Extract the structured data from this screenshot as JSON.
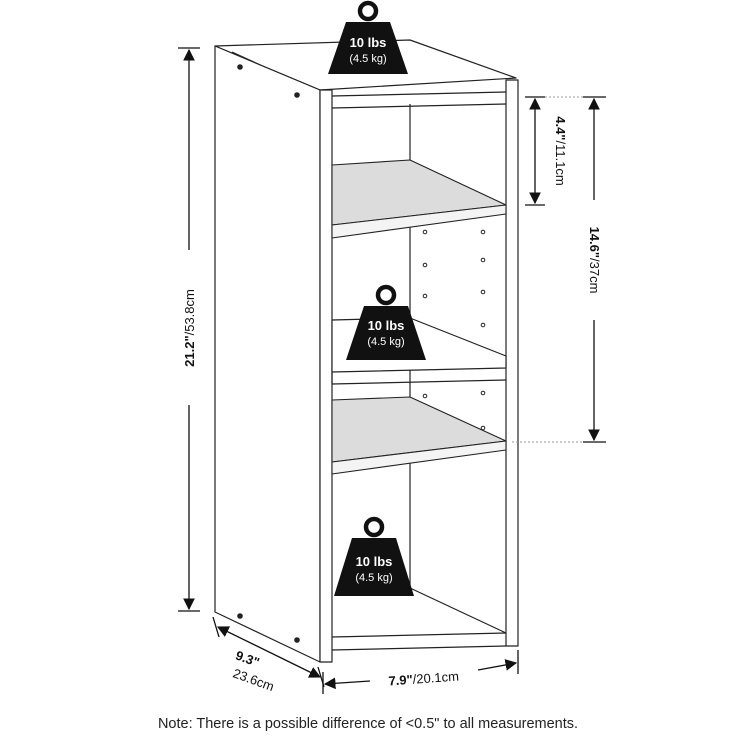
{
  "diagram": {
    "dimensions": {
      "height_total": {
        "imperial": "21.2\"",
        "metric": "/53.8cm"
      },
      "shelf_gap": {
        "imperial": "4.4\"",
        "metric": "/11.1cm"
      },
      "cube_height": {
        "imperial": "14.6\"",
        "metric": "/37cm"
      },
      "depth": {
        "imperial": "9.3\"",
        "metric": "23.6cm"
      },
      "width": {
        "imperial": "7.9\"",
        "metric": "/20.1cm"
      }
    },
    "weights": [
      {
        "lbs": "10 lbs",
        "kg": "(4.5 kg)"
      },
      {
        "lbs": "10 lbs",
        "kg": "(4.5 kg)"
      },
      {
        "lbs": "10 lbs",
        "kg": "(4.5 kg)"
      }
    ],
    "colors": {
      "line": "#222222",
      "shelf_fill": "#dcdcdc",
      "weight_fill": "#111111"
    }
  },
  "note": "Note: There is a possible difference of <0.5\" to all measurements."
}
